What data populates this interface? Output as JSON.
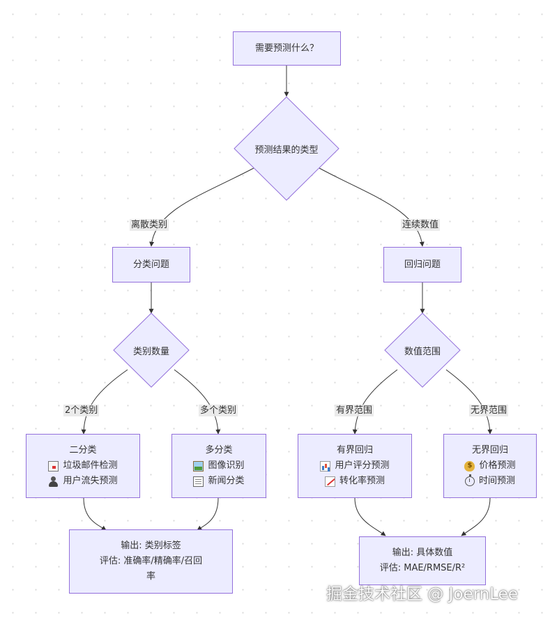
{
  "nodes": {
    "start": "需要预测什么？",
    "result_type": "预测结果的类型",
    "classification": "分类问题",
    "regression": "回归问题",
    "class_count": "类别数量",
    "value_range": "数值范围",
    "binary": {
      "title": "二分类",
      "items": [
        {
          "icon": "envelope-icon",
          "text": "垃圾邮件检测"
        },
        {
          "icon": "person-icon",
          "text": "用户流失预测"
        }
      ]
    },
    "multi": {
      "title": "多分类",
      "items": [
        {
          "icon": "picture-icon",
          "text": "图像识别"
        },
        {
          "icon": "newspaper-icon",
          "text": "新闻分类"
        }
      ]
    },
    "bounded": {
      "title": "有界回归",
      "items": [
        {
          "icon": "bar-chart-icon",
          "text": "用户评分预测"
        },
        {
          "icon": "trend-chart-icon",
          "text": "转化率预测"
        }
      ]
    },
    "unbounded": {
      "title": "无界回归",
      "items": [
        {
          "icon": "money-bag-icon",
          "text": "价格预测"
        },
        {
          "icon": "stopwatch-icon",
          "text": "时间预测"
        }
      ]
    },
    "class_output": {
      "line1": "输出: 类别标签",
      "line2": "评估: 准确率/精确率/召回",
      "line3": "率"
    },
    "reg_output": {
      "line1": "输出: 具体数值",
      "line2": "评估: MAE/RMSE/R²"
    }
  },
  "edge_labels": {
    "discrete": "离散类别",
    "continuous": "连续数值",
    "two_classes": "2个类别",
    "many_classes": "多个类别",
    "bounded_range": "有界范围",
    "unbounded_range": "无界范围"
  },
  "colors": {
    "node_fill": "#ECECFF",
    "node_border": "#9370DB",
    "edge": "#333333"
  },
  "watermark": "掘金技术社区 @ JoernLee"
}
